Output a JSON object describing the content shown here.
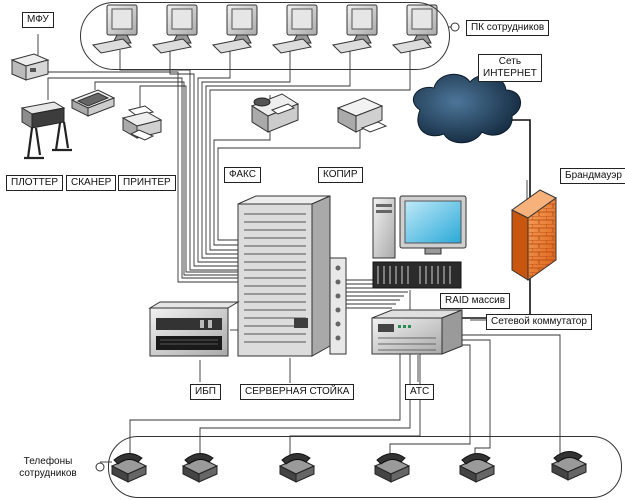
{
  "labels": {
    "mfu": "МФУ",
    "pc_employees": "ПК сотрудников",
    "internet": "Сеть\nИНТЕРНЕТ",
    "plotter": "ПЛОТТЕР",
    "scanner": "СКАНЕР",
    "printer": "ПРИНТЕР",
    "fax": "ФАКС",
    "copier": "КОПИР",
    "firewall": "Брандмауэр",
    "raid": "RAID массив",
    "switch": "Сетевой коммутатор",
    "ups": "ИБП",
    "server_rack": "СЕРВЕРНАЯ СТОЙКА",
    "pbx": "АТС",
    "phones_employees": "Телефоны\nсотрудников"
  },
  "counts": {
    "pcs": 6,
    "phones": 6
  },
  "colors": {
    "line": "#333333",
    "cloud": "#1c3a57",
    "firewall": "#e8742a",
    "screen": "#2aa9d8"
  }
}
